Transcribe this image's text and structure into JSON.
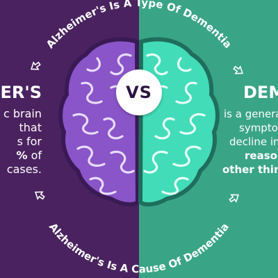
{
  "banner": {
    "top_arc": "Alzheimer's Is A Type Of Dementia",
    "bottom_arc": "Alzheimer's Is A Cause Of Dementia"
  },
  "center": {
    "vs_label": "VS"
  },
  "left": {
    "title": "MER'S",
    "line1": "c brain",
    "line2": "that",
    "line3": "s for",
    "line4_bold": "%",
    "line4_rest": " of",
    "line5": "cases."
  },
  "right": {
    "title": "DEME",
    "line1": "is a general",
    "line2": "sympto",
    "line3": "decline in",
    "line4": "reason",
    "line5": "other thin"
  },
  "colors": {
    "left_bg": "#4a225f",
    "right_bg": "#3aa487",
    "left_brain": "#8a55c8",
    "right_brain": "#43dcb8",
    "text": "#ffffff"
  }
}
